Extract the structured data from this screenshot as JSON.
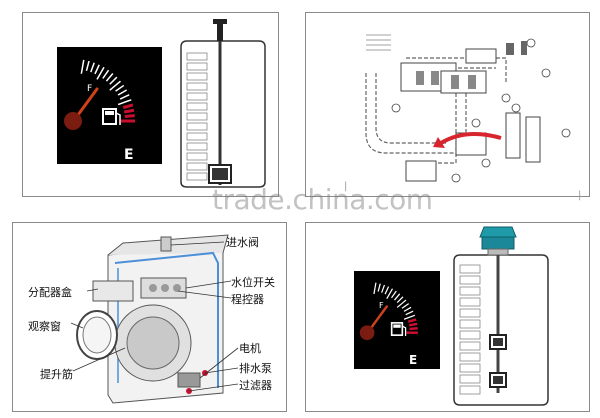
{
  "watermark": "trade.china.com",
  "gauge": {
    "full_mark": "F",
    "empty_mark": "E",
    "icon": "fuel-pump-icon",
    "background_color": "#000000",
    "needle_color": "#d0421a",
    "warning_color": "#c8102e"
  },
  "washer": {
    "labels": {
      "inlet_valve": "进水阀",
      "water_level_switch": "水位开关",
      "programmer": "程控器",
      "dispenser_box": "分配器盒",
      "window": "观察窗",
      "motor": "电机",
      "drain_pump": "排水泵",
      "lifter": "提升筋",
      "filter": "过滤器"
    }
  },
  "fragments": {
    "left_glyph": "|",
    "right_glyph": "|"
  }
}
